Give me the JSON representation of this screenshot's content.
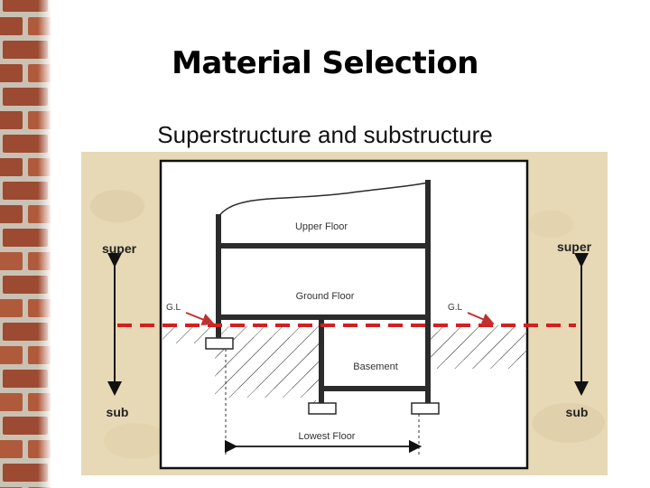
{
  "slide": {
    "title": "Material Selection",
    "subtitle": "Superstructure and substructure"
  },
  "diagram": {
    "labels": {
      "upper_floor": "Upper Floor",
      "ground_floor": "Ground Floor",
      "basement": "Basement",
      "lowest_floor": "Lowest Floor",
      "gl_left": "G.L",
      "gl_right": "G.L",
      "super_left": "super",
      "super_right": "super",
      "sub_left": "sub",
      "sub_right": "sub"
    },
    "colors": {
      "parchment": "#e7d9b6",
      "structure": "#2b2b2b",
      "ground_line": "#d32020",
      "gl_arrow": "#c03030"
    }
  }
}
